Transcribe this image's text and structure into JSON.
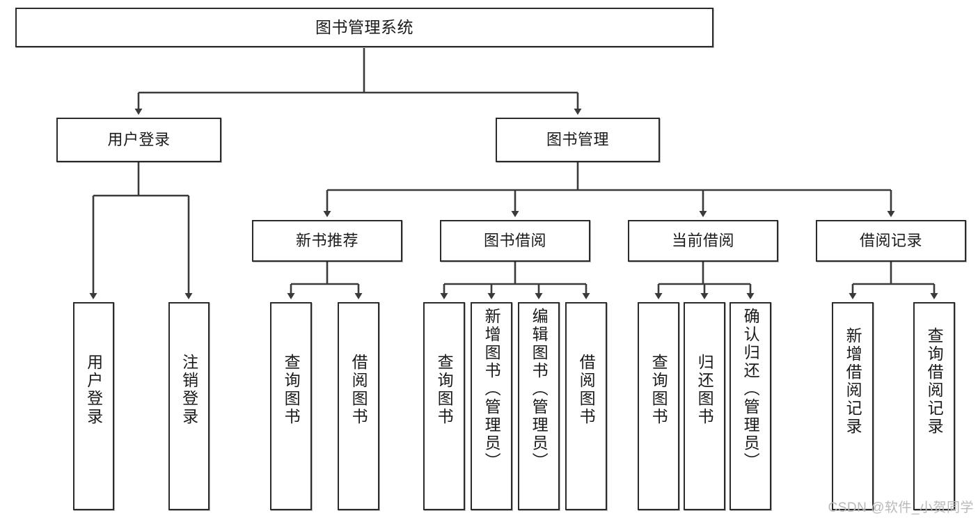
{
  "diagram": {
    "type": "tree-hierarchy-chart",
    "title": "图书管理系统",
    "watermark": "CSDN @软件_小贺同学",
    "colors": {
      "box_border": "#2b2b2b",
      "box_fill": "#ffffff",
      "connector": "#3a3a3a",
      "watermark": "#b9b9b9",
      "background": "#ffffff"
    },
    "nodes": {
      "root": {
        "label": "图书管理系统"
      },
      "level2": [
        {
          "label": "用户登录"
        },
        {
          "label": "图书管理"
        }
      ],
      "level3": [
        {
          "label": "新书推荐"
        },
        {
          "label": "图书借阅"
        },
        {
          "label": "当前借阅"
        },
        {
          "label": "借阅记录"
        }
      ],
      "leaves": {
        "user_login": [
          {
            "label": "用户登录"
          },
          {
            "label": "注销登录"
          }
        ],
        "new_book_recommend": [
          {
            "label": "查询图书"
          },
          {
            "label": "借阅图书"
          }
        ],
        "book_borrow": [
          {
            "label": "查询图书"
          },
          {
            "label": "新增图书（管理员）"
          },
          {
            "label": "编辑图书（管理员）"
          },
          {
            "label": "借阅图书"
          }
        ],
        "current_borrow": [
          {
            "label": "查询图书"
          },
          {
            "label": "归还图书"
          },
          {
            "label": "确认归还（管理员）"
          }
        ],
        "borrow_record": [
          {
            "label": "新增借阅记录"
          },
          {
            "label": "查询借阅记录"
          }
        ]
      }
    }
  }
}
